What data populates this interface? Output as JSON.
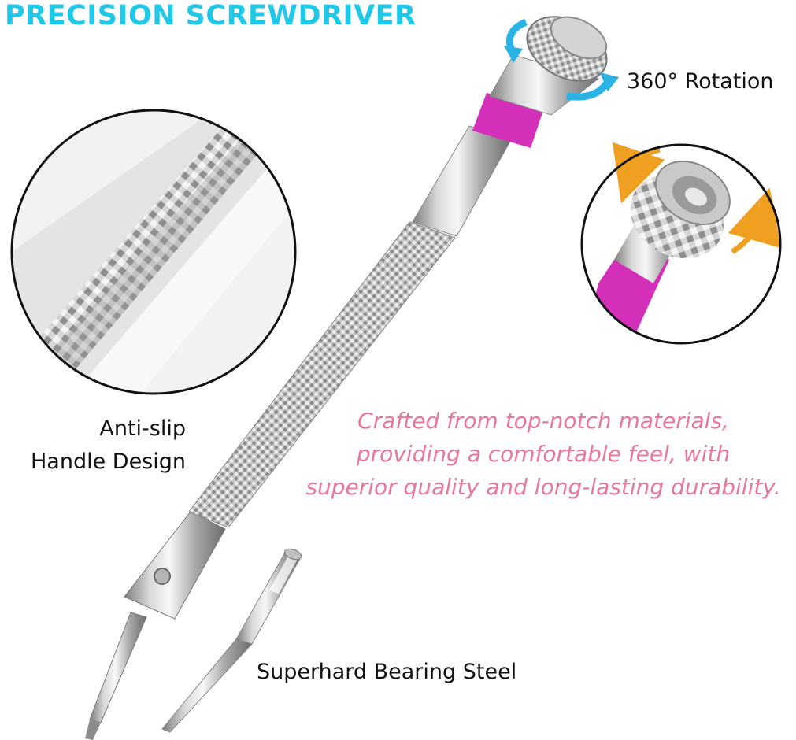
{
  "header": {
    "title": "PRECISION SCREWDRIVER"
  },
  "labels": {
    "rotation": "360° Rotation",
    "antislip_line1": "Anti-slip",
    "antislip_line2": "Handle Design",
    "steel": "Superhard Bearing Steel"
  },
  "description": {
    "line1": "Crafted from top-notch materials,",
    "line2": "providing a comfortable feel, with",
    "line3": "superior quality and long-lasting durability."
  },
  "colors": {
    "title": "#1ec8e6",
    "description": "#e8789a",
    "accent_band": "#d42fb8",
    "rotation_arrow_main": "#2ab4e6",
    "rotation_arrow_detail": "#f0a020"
  }
}
